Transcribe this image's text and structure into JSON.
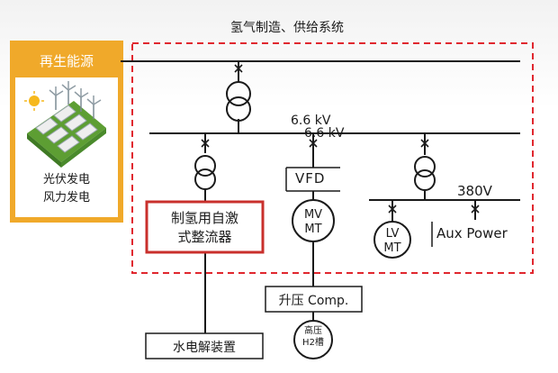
{
  "diagram": {
    "system_title": "氢气制造、供给系统",
    "renewable": {
      "header": "再生能源",
      "sources": [
        "光伏发电",
        "风力发电"
      ]
    },
    "voltages": {
      "bus_main_a": "6.6 kV",
      "bus_main_b": "6.6 kV",
      "bus_low": "380V"
    },
    "equipment": {
      "rectifier_line1": "制氢用自激",
      "rectifier_line2": "式整流器",
      "vfd": "VFD",
      "mv_motor_line1": "MV",
      "mv_motor_line2": "MT",
      "lv_motor_line1": "LV",
      "lv_motor_line2": "MT",
      "aux_power": "Aux Power",
      "compressor": "升压 Comp.",
      "electrolyzer": "水电解装置",
      "tank_line1": "高压",
      "tank_line2": "H2槽"
    },
    "colors": {
      "renewable_accent": "#f0a92a",
      "system_boundary": "#e0272f",
      "rectifier_border": "#c9302c",
      "line": "#1a1a1a",
      "panel_green": "#6db33f"
    }
  }
}
